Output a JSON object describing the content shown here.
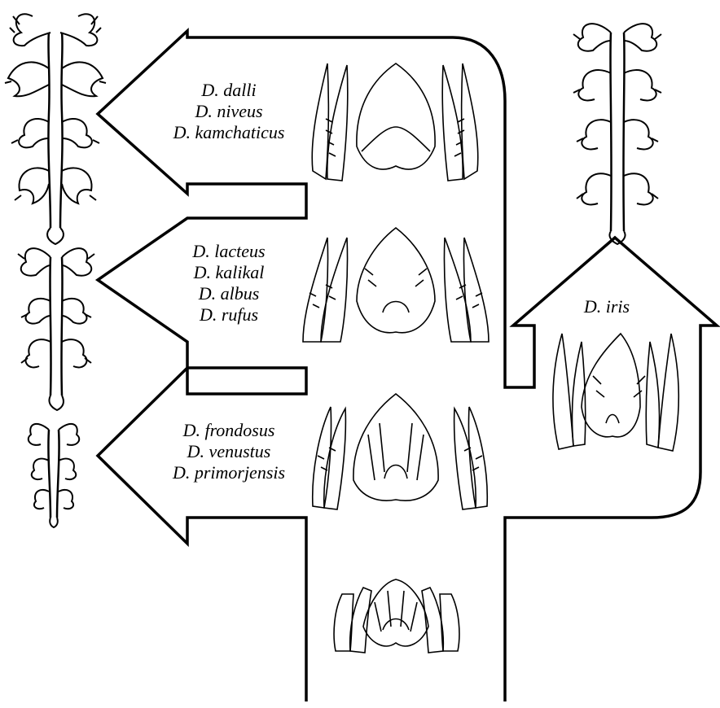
{
  "groups": [
    {
      "species": [
        "D. dalli",
        "D. niveus",
        "D. kamchaticus"
      ]
    },
    {
      "species": [
        "D. lacteus",
        "D. kalikal",
        "D. albus",
        "D. rufus"
      ]
    },
    {
      "species": [
        "D. frondosus",
        "D. venustus",
        "D. primorjensis"
      ]
    },
    {
      "species": [
        "D. iris"
      ]
    }
  ]
}
